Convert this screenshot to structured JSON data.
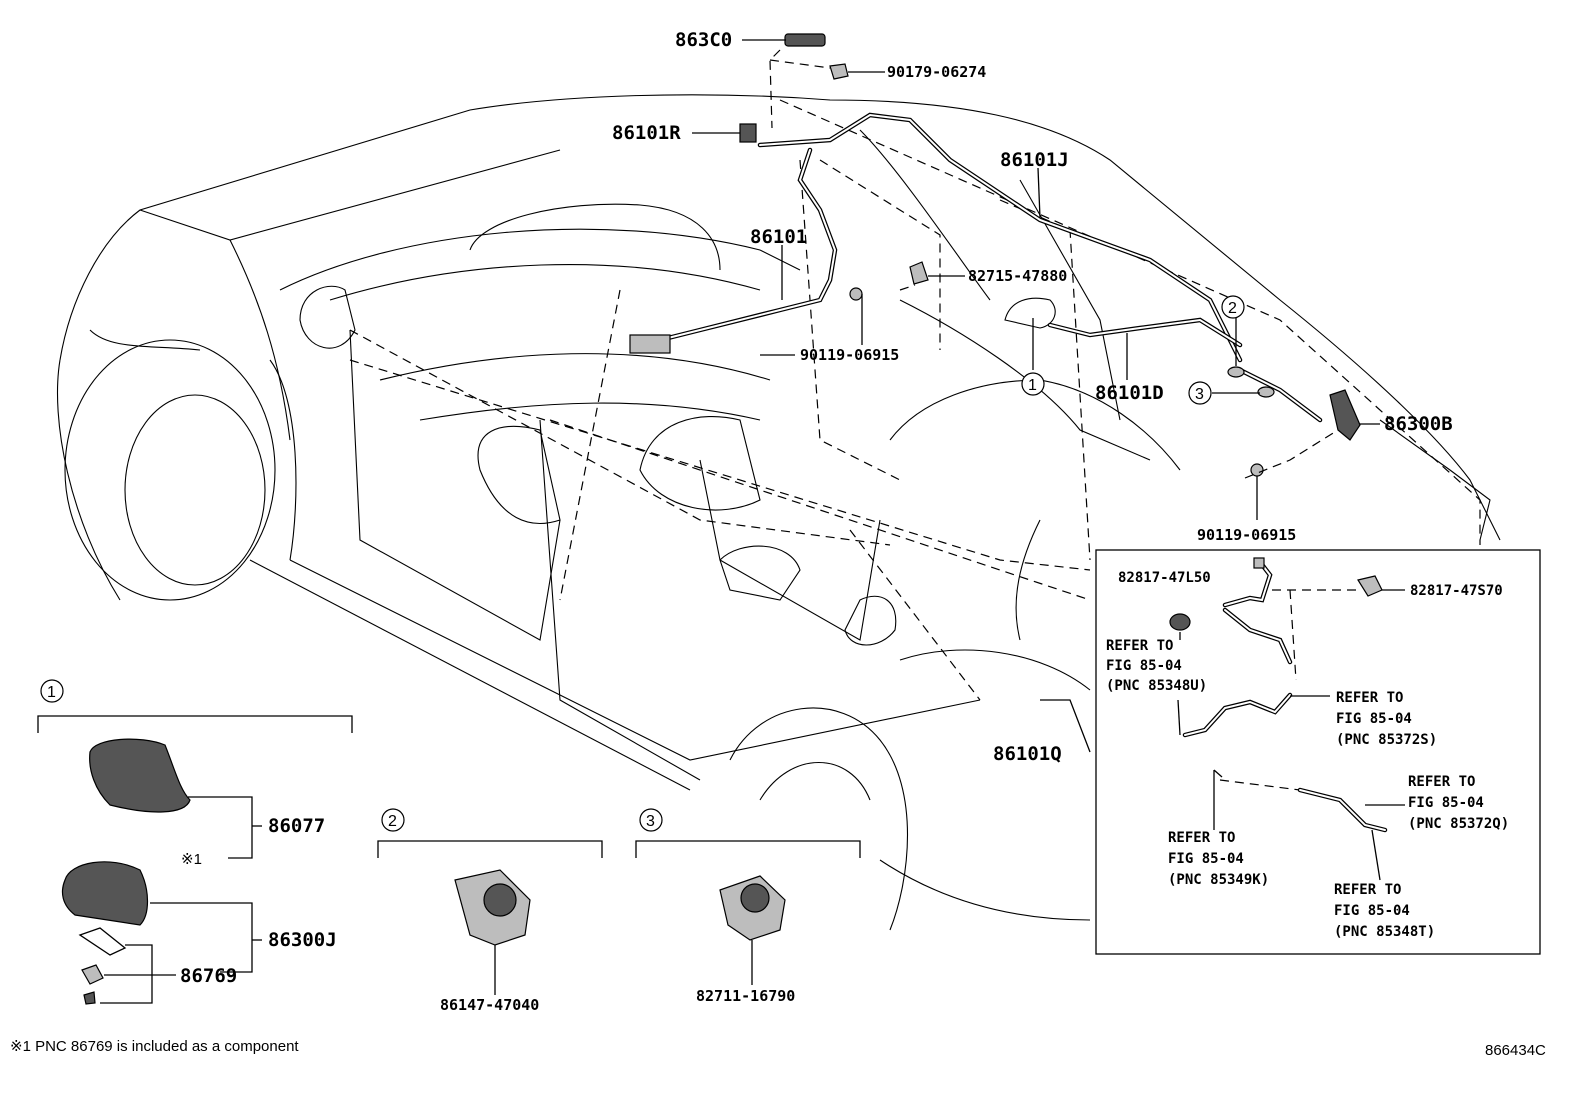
{
  "diagram_id": "866434C",
  "footnote": "※1 PNC 86769 is included as a component",
  "callouts": {
    "c1": "1",
    "c2": "2",
    "c3": "3"
  },
  "parts": {
    "p863C0": "863C0",
    "p90179_06274": "90179-06274",
    "p86101R": "86101R",
    "p86101J": "86101J",
    "p86101": "86101",
    "p82715_47880": "82715-47880",
    "p90119_06915_a": "90119-06915",
    "p86101D": "86101D",
    "p86300B": "86300B",
    "p90119_06915_b": "90119-06915",
    "p86101Q": "86101Q",
    "p82817_47L50": "82817-47L50",
    "p82817_47S70": "82817-47S70",
    "p86077": "86077",
    "p86300J": "86300J",
    "p86769": "86769",
    "p86147_47040": "86147-47040",
    "p82711_16790": "82711-16790",
    "mark1": "※1"
  },
  "refers": {
    "r1": {
      "l1": "REFER TO",
      "l2": "FIG 85-04",
      "l3": "(PNC 85348U)"
    },
    "r2": {
      "l1": "REFER TO",
      "l2": "FIG 85-04",
      "l3": "(PNC 85372S)"
    },
    "r3": {
      "l1": "REFER TO",
      "l2": "FIG 85-04",
      "l3": "(PNC 85372Q)"
    },
    "r4": {
      "l1": "REFER TO",
      "l2": "FIG 85-04",
      "l3": "(PNC 85349K)"
    },
    "r5": {
      "l1": "REFER TO",
      "l2": "FIG 85-04",
      "l3": "(PNC 85348T)"
    }
  }
}
